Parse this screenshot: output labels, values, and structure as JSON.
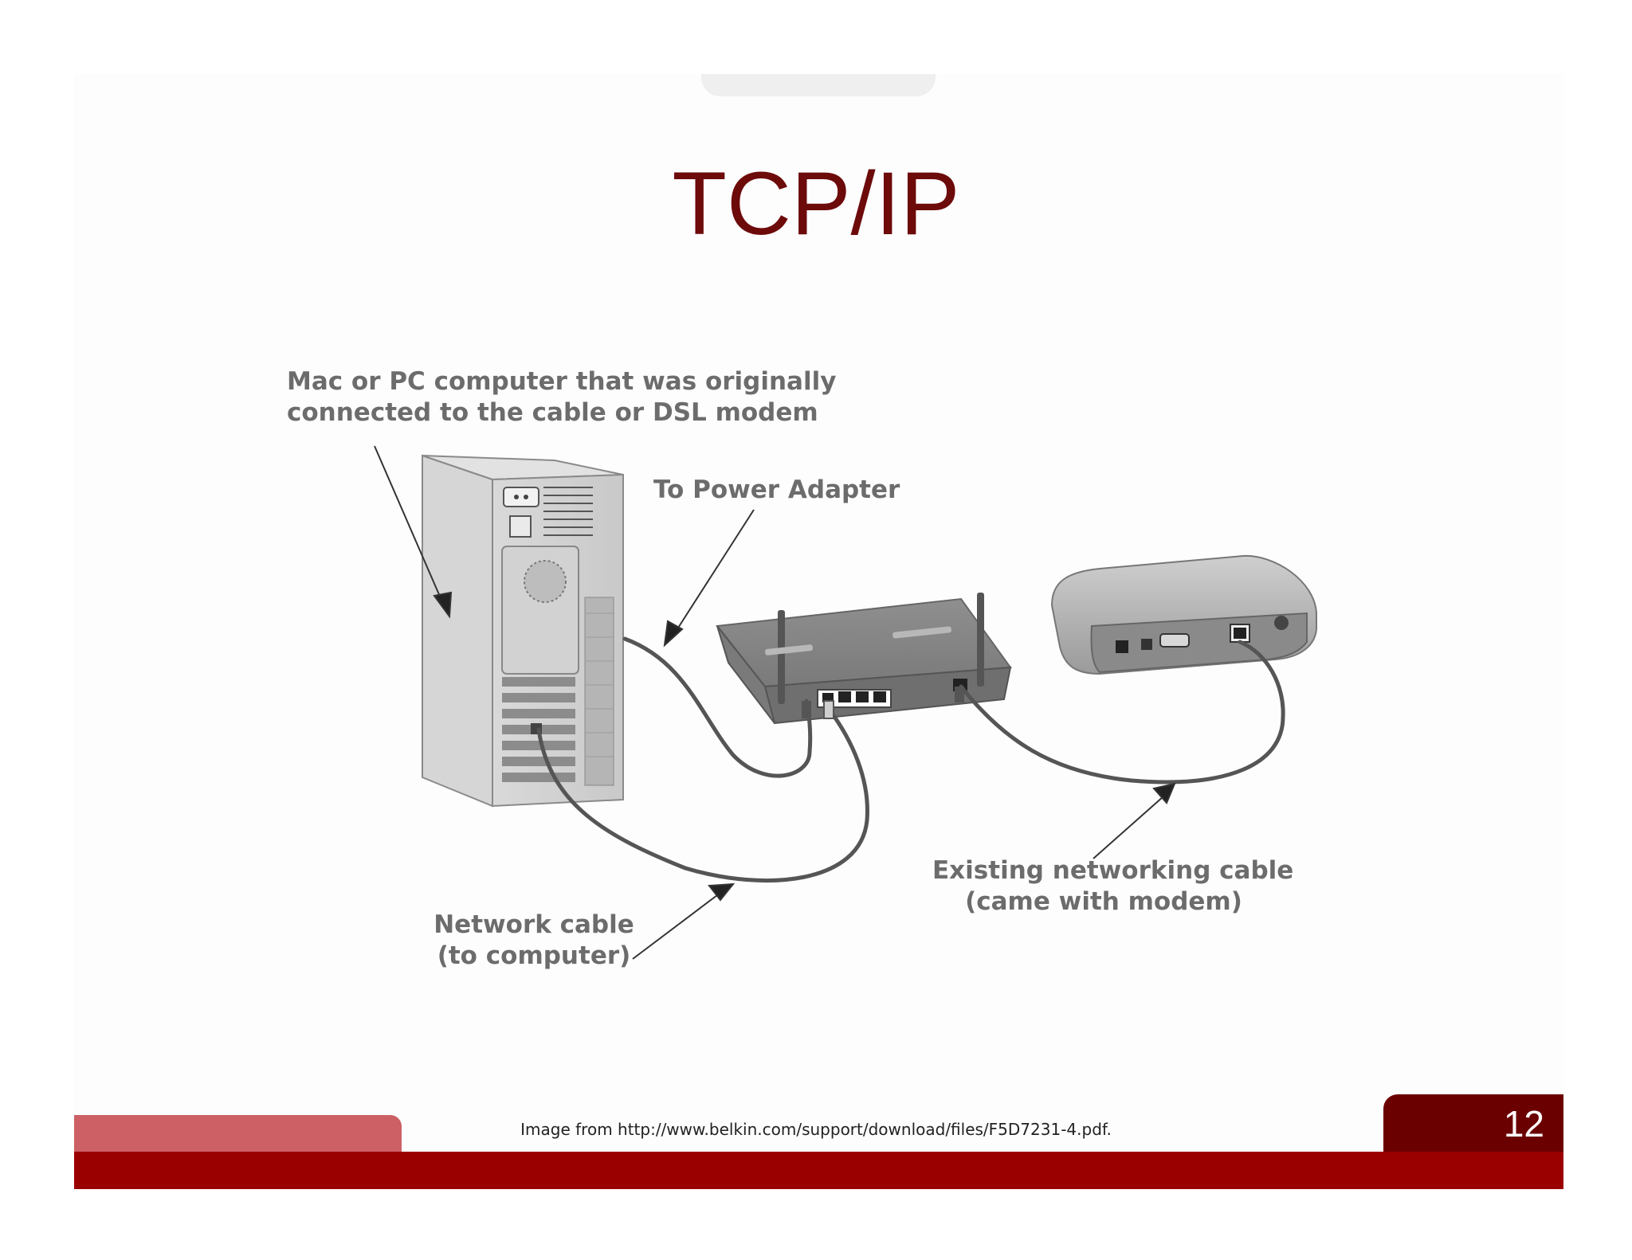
{
  "slide": {
    "title": "TCP/IP",
    "page_number": "12",
    "source_note": "Image from http://www.belkin.com/support/download/files/F5D7231-4.pdf."
  },
  "diagram": {
    "labels": {
      "computer_line1": "Mac or PC computer that was originally",
      "computer_line2": "connected to the cable or DSL modem",
      "power": "To Power Adapter",
      "network_line1": "Network cable",
      "network_line2": "(to computer)",
      "existing_line1": "Existing networking cable",
      "existing_line2": "(came with modem)"
    }
  },
  "colors": {
    "title": "#6d0a0a",
    "footer_bar": "#9b0000",
    "footer_left": "#cc6065",
    "footer_right": "#6b0000",
    "label_text": "#6c6c6c"
  }
}
